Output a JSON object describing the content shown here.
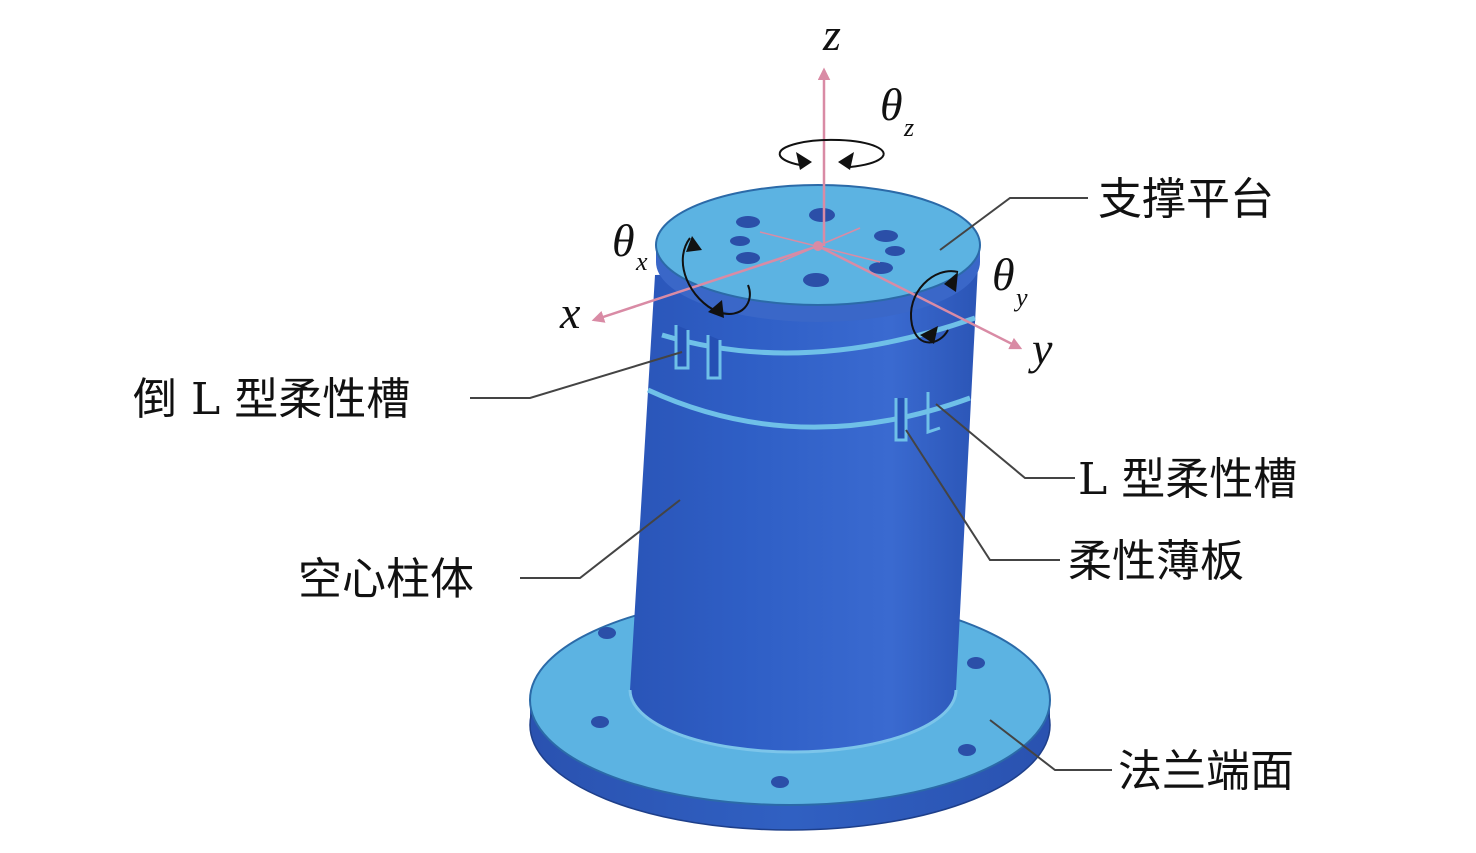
{
  "labels": {
    "support_platform": "支撑平台",
    "inverted_l_slot": "倒 L 型柔性槽",
    "l_slot": "L 型柔性槽",
    "flexible_plate": "柔性薄板",
    "hollow_column": "空心柱体",
    "flange_face": "法兰端面"
  },
  "axes": {
    "x": "x",
    "y": "y",
    "z": "z",
    "theta": "θ",
    "theta_x_sub": "x",
    "theta_y_sub": "y",
    "theta_z_sub": "z"
  },
  "colors": {
    "body_blue": "#2f5fc4",
    "top_light_blue": "#5cb3e2",
    "axis_pink": "#d98ba5",
    "leader_gray": "#444444"
  }
}
